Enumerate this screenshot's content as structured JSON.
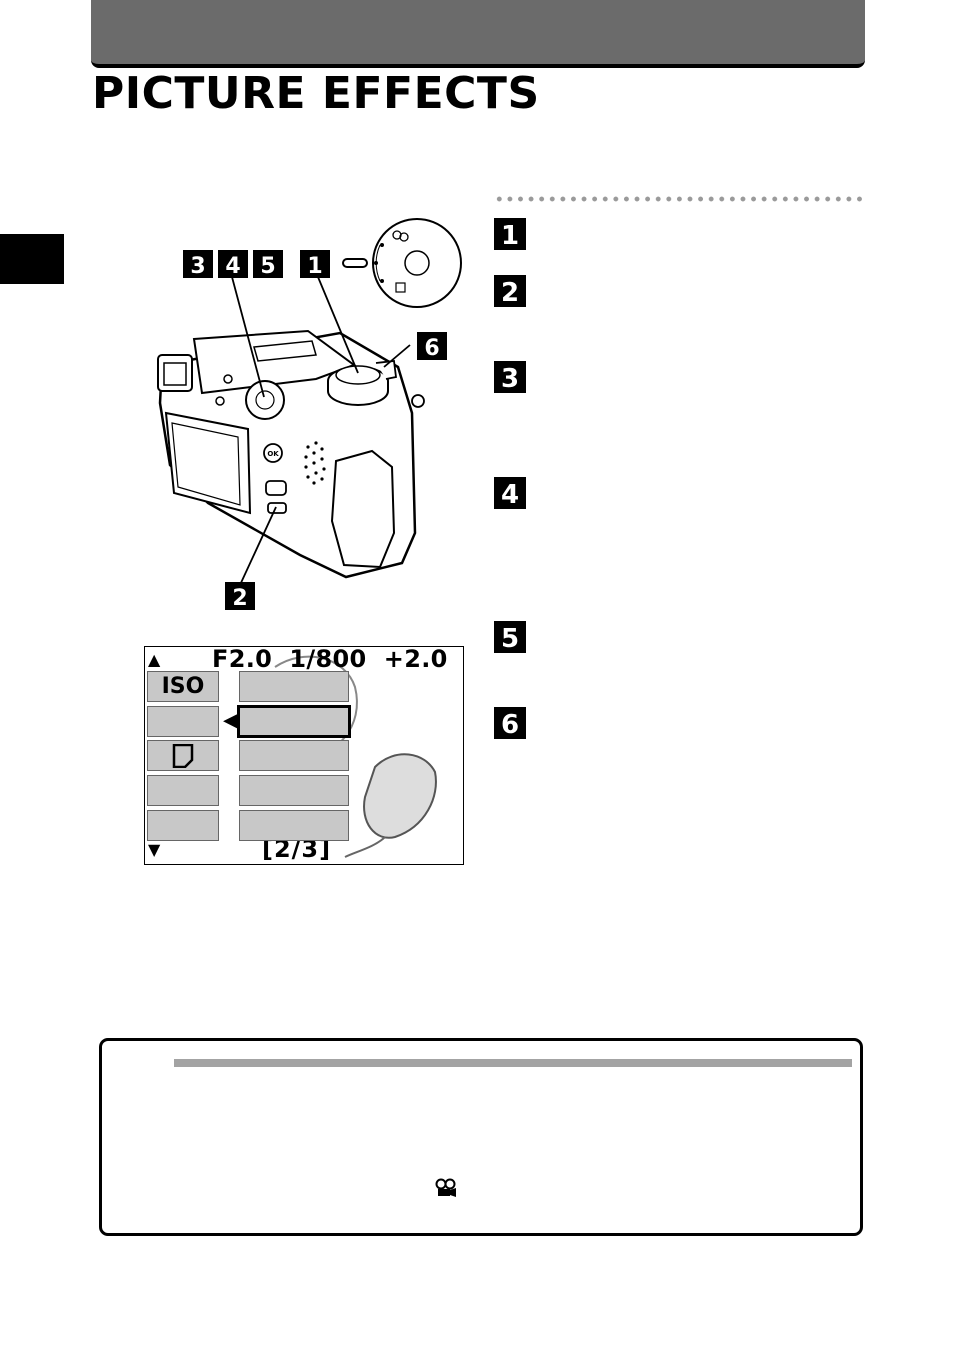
{
  "page": {
    "title": "PICTURE EFFECTS"
  },
  "steps": [
    {
      "number": "1"
    },
    {
      "number": "2"
    },
    {
      "number": "3"
    },
    {
      "number": "4"
    },
    {
      "number": "5"
    },
    {
      "number": "6"
    }
  ],
  "camera_labels": [
    "3",
    "4",
    "5",
    "1",
    "6",
    "2"
  ],
  "lcd": {
    "readout": "F2.0  1/800  +2.0",
    "iso_label": "ISO",
    "page_indicator": "[2/3]",
    "up_arrow": "▲",
    "down_arrow": "▼",
    "selection_marker": "◀"
  },
  "note": {
    "icon": "movie-mode-icon"
  },
  "colors": {
    "header": "#6b6b6b",
    "badge": "#000000",
    "lcd_button": "#c8c8c8",
    "note_rule": "#a3a3a3"
  }
}
